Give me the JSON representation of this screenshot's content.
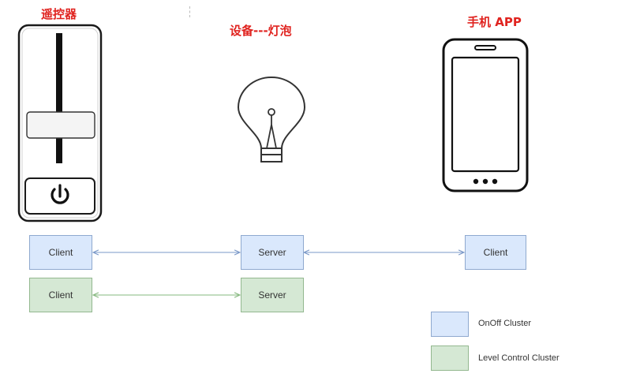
{
  "titles": {
    "remote": "遥控器",
    "bulb": "设备---灯泡",
    "phone": "手机 APP"
  },
  "rows": {
    "onoff": {
      "left": "Client",
      "middle": "Server",
      "right": "Client"
    },
    "level": {
      "left": "Client",
      "middle": "Server"
    }
  },
  "legend": {
    "onoff": "OnOff Cluster",
    "level": "Level Control Cluster"
  },
  "colors": {
    "title": "#e0231f",
    "onoff_fill": "#dae8fc",
    "onoff_border": "#8fa9cf",
    "onoff_arrow": "#7a98c8",
    "level_fill": "#d5e8d4",
    "level_border": "#93b88f",
    "level_arrow": "#86b87f"
  },
  "icons": [
    "remote-control-icon",
    "power-icon",
    "light-bulb-icon",
    "smartphone-icon"
  ]
}
